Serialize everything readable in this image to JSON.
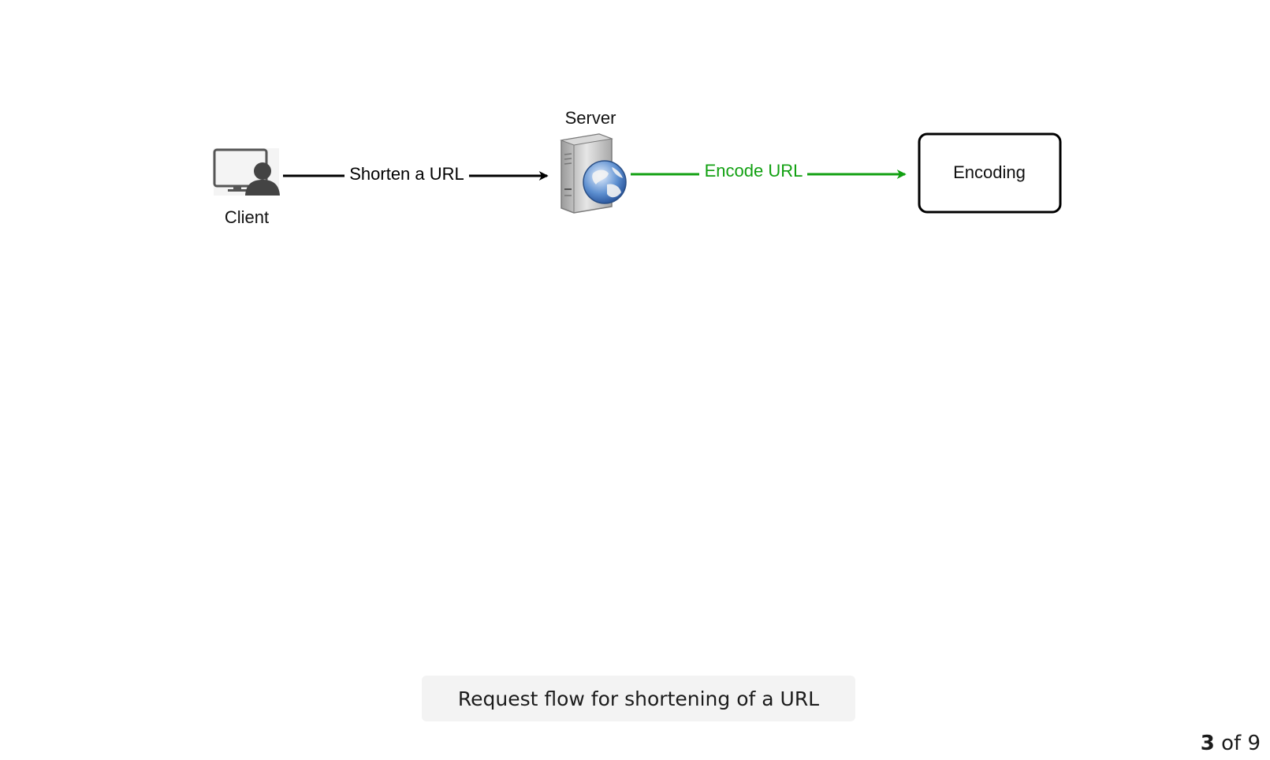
{
  "diagram": {
    "nodes": {
      "client": {
        "label": "Client",
        "icon": "client-user-monitor-icon"
      },
      "server": {
        "label": "Server",
        "icon": "web-server-globe-icon"
      },
      "encoding": {
        "label": "Encoding"
      }
    },
    "edges": {
      "shorten": {
        "label": "Shorten a URL",
        "color": "#000000"
      },
      "encode": {
        "label": "Encode URL",
        "color": "#11a011"
      }
    }
  },
  "caption": {
    "text": "Request flow for shortening of a URL"
  },
  "pager": {
    "current": "3",
    "separator": "of",
    "total": "9"
  }
}
